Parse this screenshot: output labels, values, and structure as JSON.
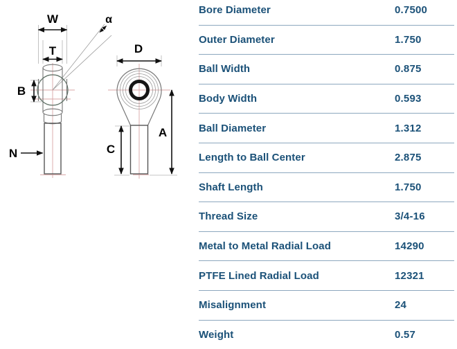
{
  "diagram": {
    "labels": {
      "w": "W",
      "t": "T",
      "b": "B",
      "n": "N",
      "alpha": "α",
      "d": "D",
      "a": "A",
      "c": "C"
    },
    "colors": {
      "outline": "#777777",
      "shaft_outline": "#555555",
      "centerline": "#d8a6a6",
      "bore_ring": "#161616",
      "dimension": "#111111"
    }
  },
  "table": {
    "colors": {
      "text": "#1b5178",
      "divider": "#8ca7be"
    },
    "rows": [
      {
        "label": "Bore Diameter",
        "value": "0.7500"
      },
      {
        "label": "Outer Diameter",
        "value": "1.750"
      },
      {
        "label": "Ball Width",
        "value": "0.875"
      },
      {
        "label": "Body Width",
        "value": "0.593"
      },
      {
        "label": "Ball Diameter",
        "value": "1.312"
      },
      {
        "label": "Length to Ball Center",
        "value": "2.875"
      },
      {
        "label": "Shaft Length",
        "value": "1.750"
      },
      {
        "label": "Thread Size",
        "value": "3/4-16"
      },
      {
        "label": "Metal to Metal Radial Load",
        "value": "14290"
      },
      {
        "label": "PTFE Lined Radial Load",
        "value": "12321"
      },
      {
        "label": "Misalignment",
        "value": "24"
      },
      {
        "label": "Weight",
        "value": "0.57"
      }
    ]
  }
}
